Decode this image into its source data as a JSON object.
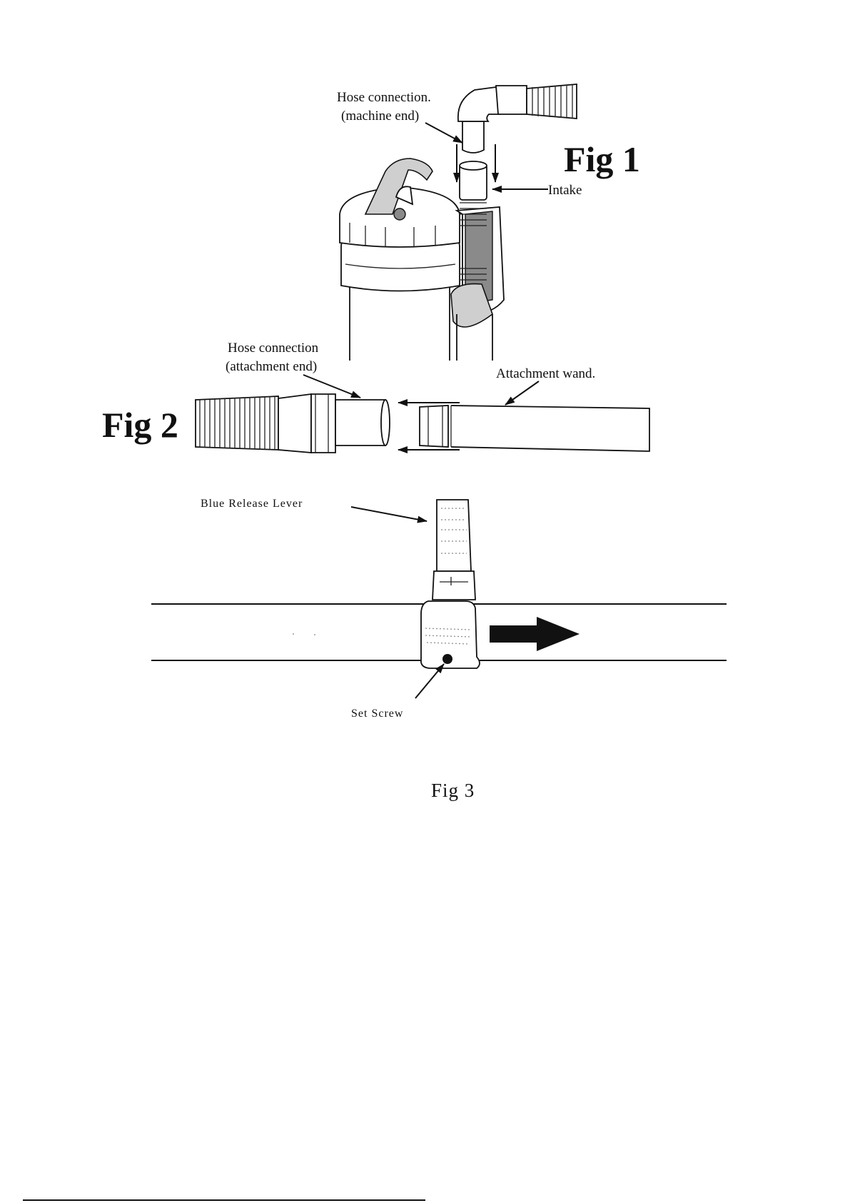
{
  "figure1": {
    "title": "Fig 1",
    "labels": {
      "hose_machine_line1": "Hose connection.",
      "hose_machine_line2": "(machine end)",
      "intake": "Intake"
    }
  },
  "figure2": {
    "title": "Fig 2",
    "labels": {
      "hose_attachment_line1": "Hose connection",
      "hose_attachment_line2": "(attachment end)",
      "wand": "Attachment wand."
    }
  },
  "figure3": {
    "title": "Fig 3",
    "labels": {
      "release_lever": "Blue Release Lever",
      "set_screw": "Set Screw"
    }
  },
  "icons": [
    "push-arrow-icon",
    "direction-arrow-icon"
  ]
}
